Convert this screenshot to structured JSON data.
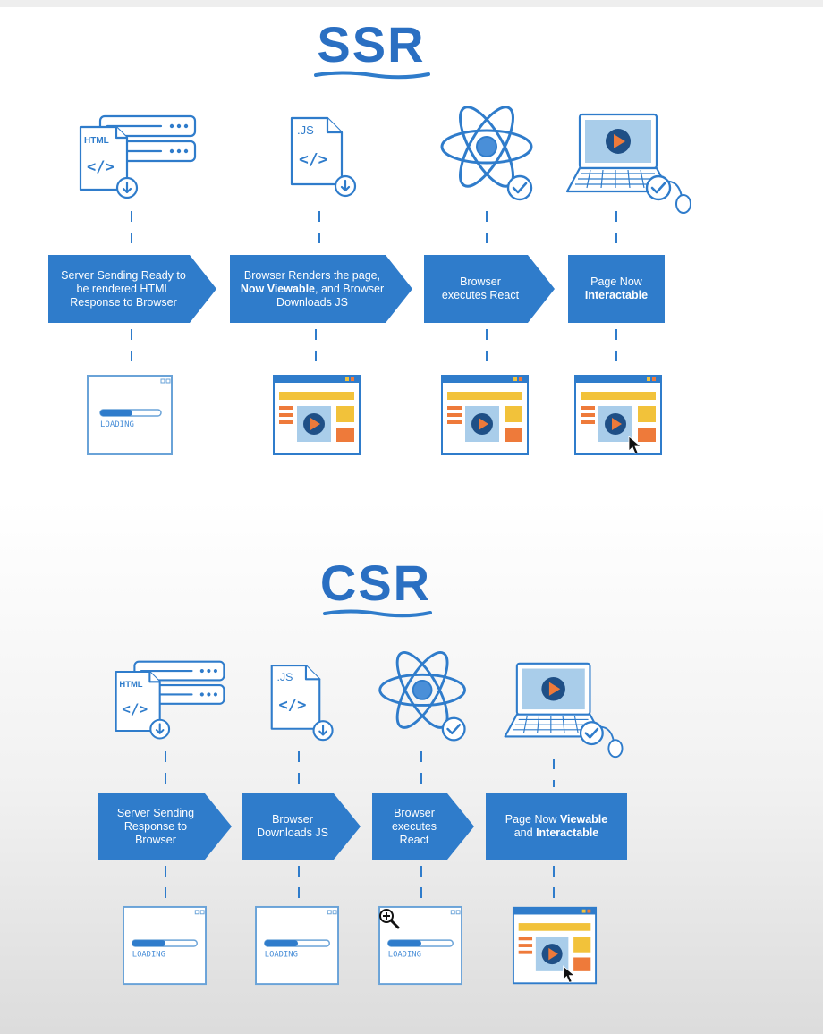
{
  "ssr": {
    "title": "SSR",
    "steps": [
      {
        "pre": "Server Sending Ready to be rendered HTML Response to Browser",
        "bold": "",
        "post": ""
      },
      {
        "pre": "Browser Renders the page, ",
        "bold": "Now Viewable",
        "post": ", and Browser Downloads JS"
      },
      {
        "pre": "Browser executes React",
        "bold": "",
        "post": ""
      },
      {
        "pre": "Page Now ",
        "bold": "Interactable",
        "post": ""
      }
    ],
    "icons": [
      "html-file-server-icon",
      "js-file-download-icon",
      "react-atom-check-icon",
      "laptop-check-icon"
    ],
    "screens": [
      "loading",
      "page",
      "page",
      "page-cursor"
    ]
  },
  "csr": {
    "title": "CSR",
    "steps": [
      {
        "pre": "Server Sending Response to Browser",
        "bold": "",
        "post": ""
      },
      {
        "pre": "Browser Downloads JS",
        "bold": "",
        "post": ""
      },
      {
        "pre": "Browser executes React",
        "bold": "",
        "post": ""
      },
      {
        "pre": "Page Now ",
        "bold": "Viewable",
        "post": " and ",
        "bold2": "Interactable"
      }
    ],
    "icons": [
      "html-file-server-icon",
      "js-file-download-icon",
      "react-atom-check-icon",
      "laptop-check-icon"
    ],
    "screens": [
      "loading",
      "loading",
      "loading-zoom",
      "page-cursor"
    ]
  },
  "labels": {
    "html": "HTML",
    "js": ".JS",
    "code": "</>",
    "loading": "LOADING"
  },
  "colors": {
    "blue": "#2f7ccb",
    "title_blue": "#2a6fc2",
    "yellow": "#f2c23a",
    "orange": "#ee7a3a",
    "preview_blue": "#a9cdea",
    "dark_blue": "#1f4f86"
  }
}
